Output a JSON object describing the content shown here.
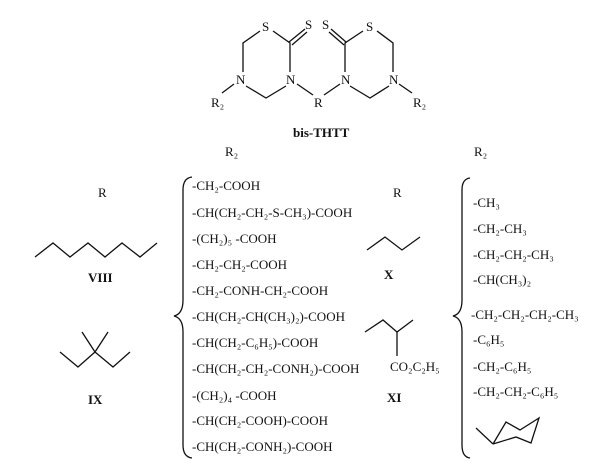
{
  "structure": {
    "atoms": {
      "s": "S",
      "n": "N",
      "r": "R",
      "r2": "R₂"
    },
    "name": "bis-THTT"
  },
  "headers": {
    "r_left": "R",
    "r2_left": "R₂",
    "r_right": "R",
    "r2_right": "R₂"
  },
  "r_groups": [
    {
      "label": "VIII",
      "shape": "octyl-chain"
    },
    {
      "label": "IX",
      "shape": "dimethyl-branch"
    },
    {
      "label": "X",
      "shape": "propyl-chain"
    },
    {
      "label": "XI",
      "shape": "ester-branch",
      "substituent": "CO₂C₂H₅"
    }
  ],
  "r2_left_list": [
    "-CH₂-COOH",
    "-CH(CH₂-CH₂-S-CH₃)-COOH",
    "-(CH₂)₅ -COOH",
    "-CH₂-CH₂-COOH",
    "-CH₂-CONH-CH₂-COOH",
    "-CH(CH₂-CH(CH₃)₂)-COOH",
    "-CH(CH₂-C₆H₅)-COOH",
    "-CH(CH₂-CH₂-CONH₂)-COOH",
    "-(CH₂)₄ -COOH",
    "-CH(CH₂-COOH)-COOH",
    "-CH(CH₂-CONH₂)-COOH"
  ],
  "r2_right_list": [
    "-CH₃",
    "-CH₂-CH₃",
    "-CH₂-CH₂-CH₃",
    "-CH(CH₃)₂",
    "-CH₂-CH₂-CH₂-CH₃",
    "-C₆H₅",
    "-CH₂-C₆H₅",
    "-CH₂-CH₂-C₆H₅"
  ],
  "r2_right_extra": {
    "shape": "cyclohexyl"
  }
}
